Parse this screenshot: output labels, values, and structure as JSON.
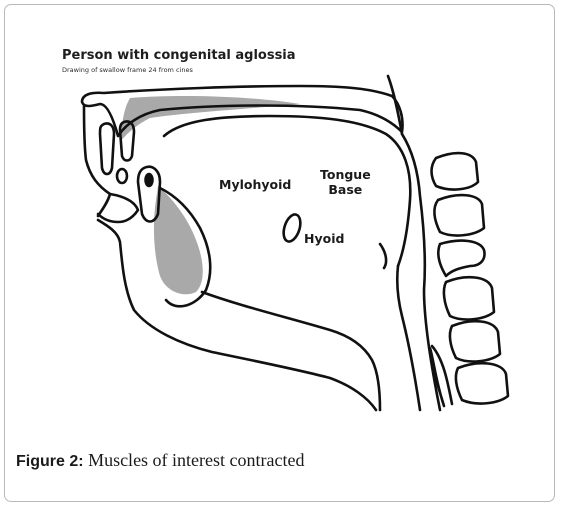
{
  "figure": {
    "title": "Person with congenital aglossia",
    "subtitle": "Drawing of swallow frame 24 from cines",
    "labels": {
      "mylohyoid": "Mylohyoid",
      "tongue_base_line1": "Tongue",
      "tongue_base_line2": "Base",
      "hyoid": "Hyoid"
    },
    "shading_color": "#a9a9a9",
    "line_color": "#111111"
  },
  "caption": {
    "label": "Figure 2:",
    "text": " Muscles of interest contracted"
  }
}
